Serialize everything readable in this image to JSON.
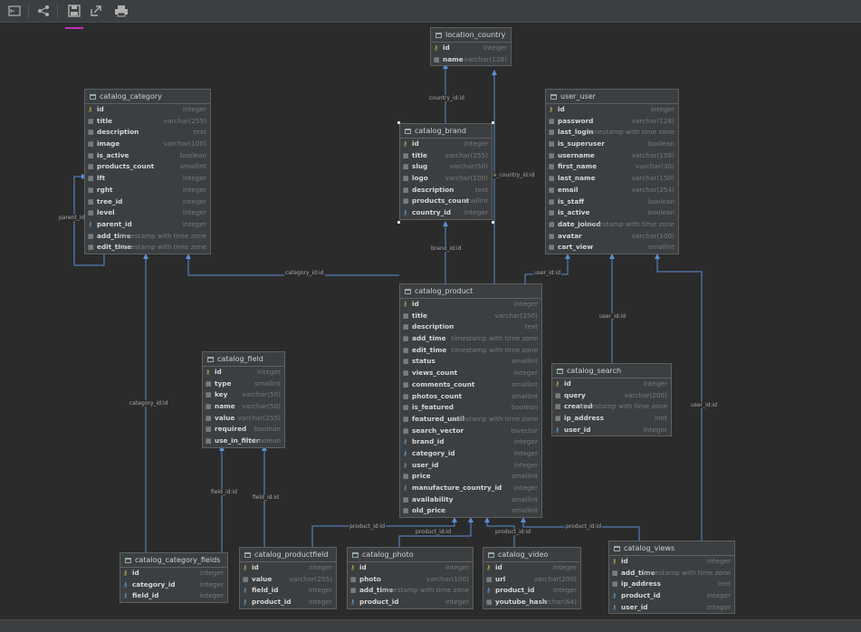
{
  "toolbar": {
    "buttons": [
      {
        "name": "fit-to-screen-icon"
      },
      {
        "name": "share-graph-icon"
      },
      {
        "name": "save-icon"
      },
      {
        "name": "export-icon"
      },
      {
        "name": "print-icon"
      }
    ]
  },
  "colors": {
    "background": "#2b2b2b",
    "table": "#3c3f41",
    "link": "#5a8fd6",
    "accent": "#c030c0"
  },
  "tables": {
    "location_country": {
      "name": "location_country",
      "columns": [
        {
          "n": "id",
          "t": "integer",
          "k": "pk"
        },
        {
          "n": "name",
          "t": "varchar(128)",
          "k": "col"
        }
      ]
    },
    "catalog_category": {
      "name": "catalog_category",
      "columns": [
        {
          "n": "id",
          "t": "integer",
          "k": "pk"
        },
        {
          "n": "title",
          "t": "varchar(255)",
          "k": "col"
        },
        {
          "n": "description",
          "t": "text",
          "k": "col"
        },
        {
          "n": "image",
          "t": "varchar(100)",
          "k": "col"
        },
        {
          "n": "is_active",
          "t": "boolean",
          "k": "col"
        },
        {
          "n": "products_count",
          "t": "smallint",
          "k": "col"
        },
        {
          "n": "lft",
          "t": "integer",
          "k": "col"
        },
        {
          "n": "rght",
          "t": "integer",
          "k": "col"
        },
        {
          "n": "tree_id",
          "t": "integer",
          "k": "col"
        },
        {
          "n": "level",
          "t": "integer",
          "k": "col"
        },
        {
          "n": "parent_id",
          "t": "integer",
          "k": "fk"
        },
        {
          "n": "add_time",
          "t": "timestamp with time zone",
          "k": "col"
        },
        {
          "n": "edit_time",
          "t": "timestamp with time zone",
          "k": "col"
        }
      ]
    },
    "catalog_brand": {
      "name": "catalog_brand",
      "columns": [
        {
          "n": "id",
          "t": "integer",
          "k": "pk"
        },
        {
          "n": "title",
          "t": "varchar(255)",
          "k": "col"
        },
        {
          "n": "slug",
          "t": "varchar(50)",
          "k": "col"
        },
        {
          "n": "logo",
          "t": "varchar(100)",
          "k": "col"
        },
        {
          "n": "description",
          "t": "text",
          "k": "col"
        },
        {
          "n": "products_count",
          "t": "smallint",
          "k": "col"
        },
        {
          "n": "country_id",
          "t": "integer",
          "k": "fk"
        }
      ]
    },
    "user_user": {
      "name": "user_user",
      "columns": [
        {
          "n": "id",
          "t": "integer",
          "k": "pk"
        },
        {
          "n": "password",
          "t": "varchar(128)",
          "k": "col"
        },
        {
          "n": "last_login",
          "t": "timestamp with time zone",
          "k": "col"
        },
        {
          "n": "is_superuser",
          "t": "boolean",
          "k": "col"
        },
        {
          "n": "username",
          "t": "varchar(150)",
          "k": "col"
        },
        {
          "n": "first_name",
          "t": "varchar(30)",
          "k": "col"
        },
        {
          "n": "last_name",
          "t": "varchar(150)",
          "k": "col"
        },
        {
          "n": "email",
          "t": "varchar(254)",
          "k": "col"
        },
        {
          "n": "is_staff",
          "t": "boolean",
          "k": "col"
        },
        {
          "n": "is_active",
          "t": "boolean",
          "k": "col"
        },
        {
          "n": "date_joined",
          "t": "timestamp with time zone",
          "k": "col"
        },
        {
          "n": "avatar",
          "t": "varchar(100)",
          "k": "col"
        },
        {
          "n": "cart_view",
          "t": "smallint",
          "k": "col"
        }
      ]
    },
    "catalog_product": {
      "name": "catalog_product",
      "columns": [
        {
          "n": "id",
          "t": "integer",
          "k": "pk"
        },
        {
          "n": "title",
          "t": "varchar(250)",
          "k": "col"
        },
        {
          "n": "description",
          "t": "text",
          "k": "col"
        },
        {
          "n": "add_time",
          "t": "timestamp with time zone",
          "k": "col"
        },
        {
          "n": "edit_time",
          "t": "timestamp with time zone",
          "k": "col"
        },
        {
          "n": "status",
          "t": "smallint",
          "k": "col"
        },
        {
          "n": "views_count",
          "t": "integer",
          "k": "col"
        },
        {
          "n": "comments_count",
          "t": "smallint",
          "k": "col"
        },
        {
          "n": "photos_count",
          "t": "smallint",
          "k": "col"
        },
        {
          "n": "is_featured",
          "t": "boolean",
          "k": "col"
        },
        {
          "n": "featured_until",
          "t": "timestamp with time zone",
          "k": "col"
        },
        {
          "n": "search_vector",
          "t": "tsvector",
          "k": "col"
        },
        {
          "n": "brand_id",
          "t": "integer",
          "k": "fk"
        },
        {
          "n": "category_id",
          "t": "integer",
          "k": "fk"
        },
        {
          "n": "user_id",
          "t": "integer",
          "k": "fk"
        },
        {
          "n": "price",
          "t": "smallint",
          "k": "col"
        },
        {
          "n": "manufacture_country_id",
          "t": "integer",
          "k": "fk"
        },
        {
          "n": "availability",
          "t": "smallint",
          "k": "col"
        },
        {
          "n": "old_price",
          "t": "smallint",
          "k": "col"
        }
      ]
    },
    "catalog_field": {
      "name": "catalog_field",
      "columns": [
        {
          "n": "id",
          "t": "integer",
          "k": "pk"
        },
        {
          "n": "type",
          "t": "smallint",
          "k": "col"
        },
        {
          "n": "key",
          "t": "varchar(50)",
          "k": "col"
        },
        {
          "n": "name",
          "t": "varchar(50)",
          "k": "col"
        },
        {
          "n": "value",
          "t": "varchar(255)",
          "k": "col"
        },
        {
          "n": "required",
          "t": "boolean",
          "k": "col"
        },
        {
          "n": "use_in_filter",
          "t": "boolean",
          "k": "col"
        }
      ]
    },
    "catalog_search": {
      "name": "catalog_search",
      "columns": [
        {
          "n": "id",
          "t": "integer",
          "k": "pk"
        },
        {
          "n": "query",
          "t": "varchar(200)",
          "k": "col"
        },
        {
          "n": "created",
          "t": "timestamp with time zone",
          "k": "col"
        },
        {
          "n": "ip_address",
          "t": "inet",
          "k": "col"
        },
        {
          "n": "user_id",
          "t": "integer",
          "k": "fk"
        }
      ]
    },
    "catalog_category_fields": {
      "name": "catalog_category_fields",
      "columns": [
        {
          "n": "id",
          "t": "integer",
          "k": "pk"
        },
        {
          "n": "category_id",
          "t": "integer",
          "k": "fk"
        },
        {
          "n": "field_id",
          "t": "integer",
          "k": "fk"
        }
      ]
    },
    "catalog_productfield": {
      "name": "catalog_productfield",
      "columns": [
        {
          "n": "id",
          "t": "integer",
          "k": "pk"
        },
        {
          "n": "value",
          "t": "varchar(255)",
          "k": "col"
        },
        {
          "n": "field_id",
          "t": "integer",
          "k": "fk"
        },
        {
          "n": "product_id",
          "t": "integer",
          "k": "fk"
        }
      ]
    },
    "catalog_photo": {
      "name": "catalog_photo",
      "columns": [
        {
          "n": "id",
          "t": "integer",
          "k": "pk"
        },
        {
          "n": "photo",
          "t": "varchar(100)",
          "k": "col"
        },
        {
          "n": "add_time",
          "t": "timestamp with time zone",
          "k": "col"
        },
        {
          "n": "product_id",
          "t": "integer",
          "k": "fk"
        }
      ]
    },
    "catalog_video": {
      "name": "catalog_video",
      "columns": [
        {
          "n": "id",
          "t": "integer",
          "k": "pk"
        },
        {
          "n": "url",
          "t": "varchar(200)",
          "k": "col"
        },
        {
          "n": "product_id",
          "t": "integer",
          "k": "fk"
        },
        {
          "n": "youtube_hash",
          "t": "varchar(64)",
          "k": "col"
        }
      ]
    },
    "catalog_views": {
      "name": "catalog_views",
      "columns": [
        {
          "n": "id",
          "t": "integer",
          "k": "pk"
        },
        {
          "n": "add_time",
          "t": "timestamp with time zone",
          "k": "col"
        },
        {
          "n": "ip_address",
          "t": "inet",
          "k": "col"
        },
        {
          "n": "product_id",
          "t": "integer",
          "k": "fk"
        },
        {
          "n": "user_id",
          "t": "integer",
          "k": "fk"
        }
      ]
    }
  },
  "relations": {
    "parent_id": "parent_id:id",
    "country_id": "country_id:id",
    "manufacture_country_id": "manufacture_country_id:id",
    "brand_id": "brand_id:id",
    "category_id": "category_id:id",
    "user_id": "user_id:id",
    "cf_category_id": "category_id:id",
    "field_id": "field_id:id",
    "product_id": "product_id:id"
  }
}
